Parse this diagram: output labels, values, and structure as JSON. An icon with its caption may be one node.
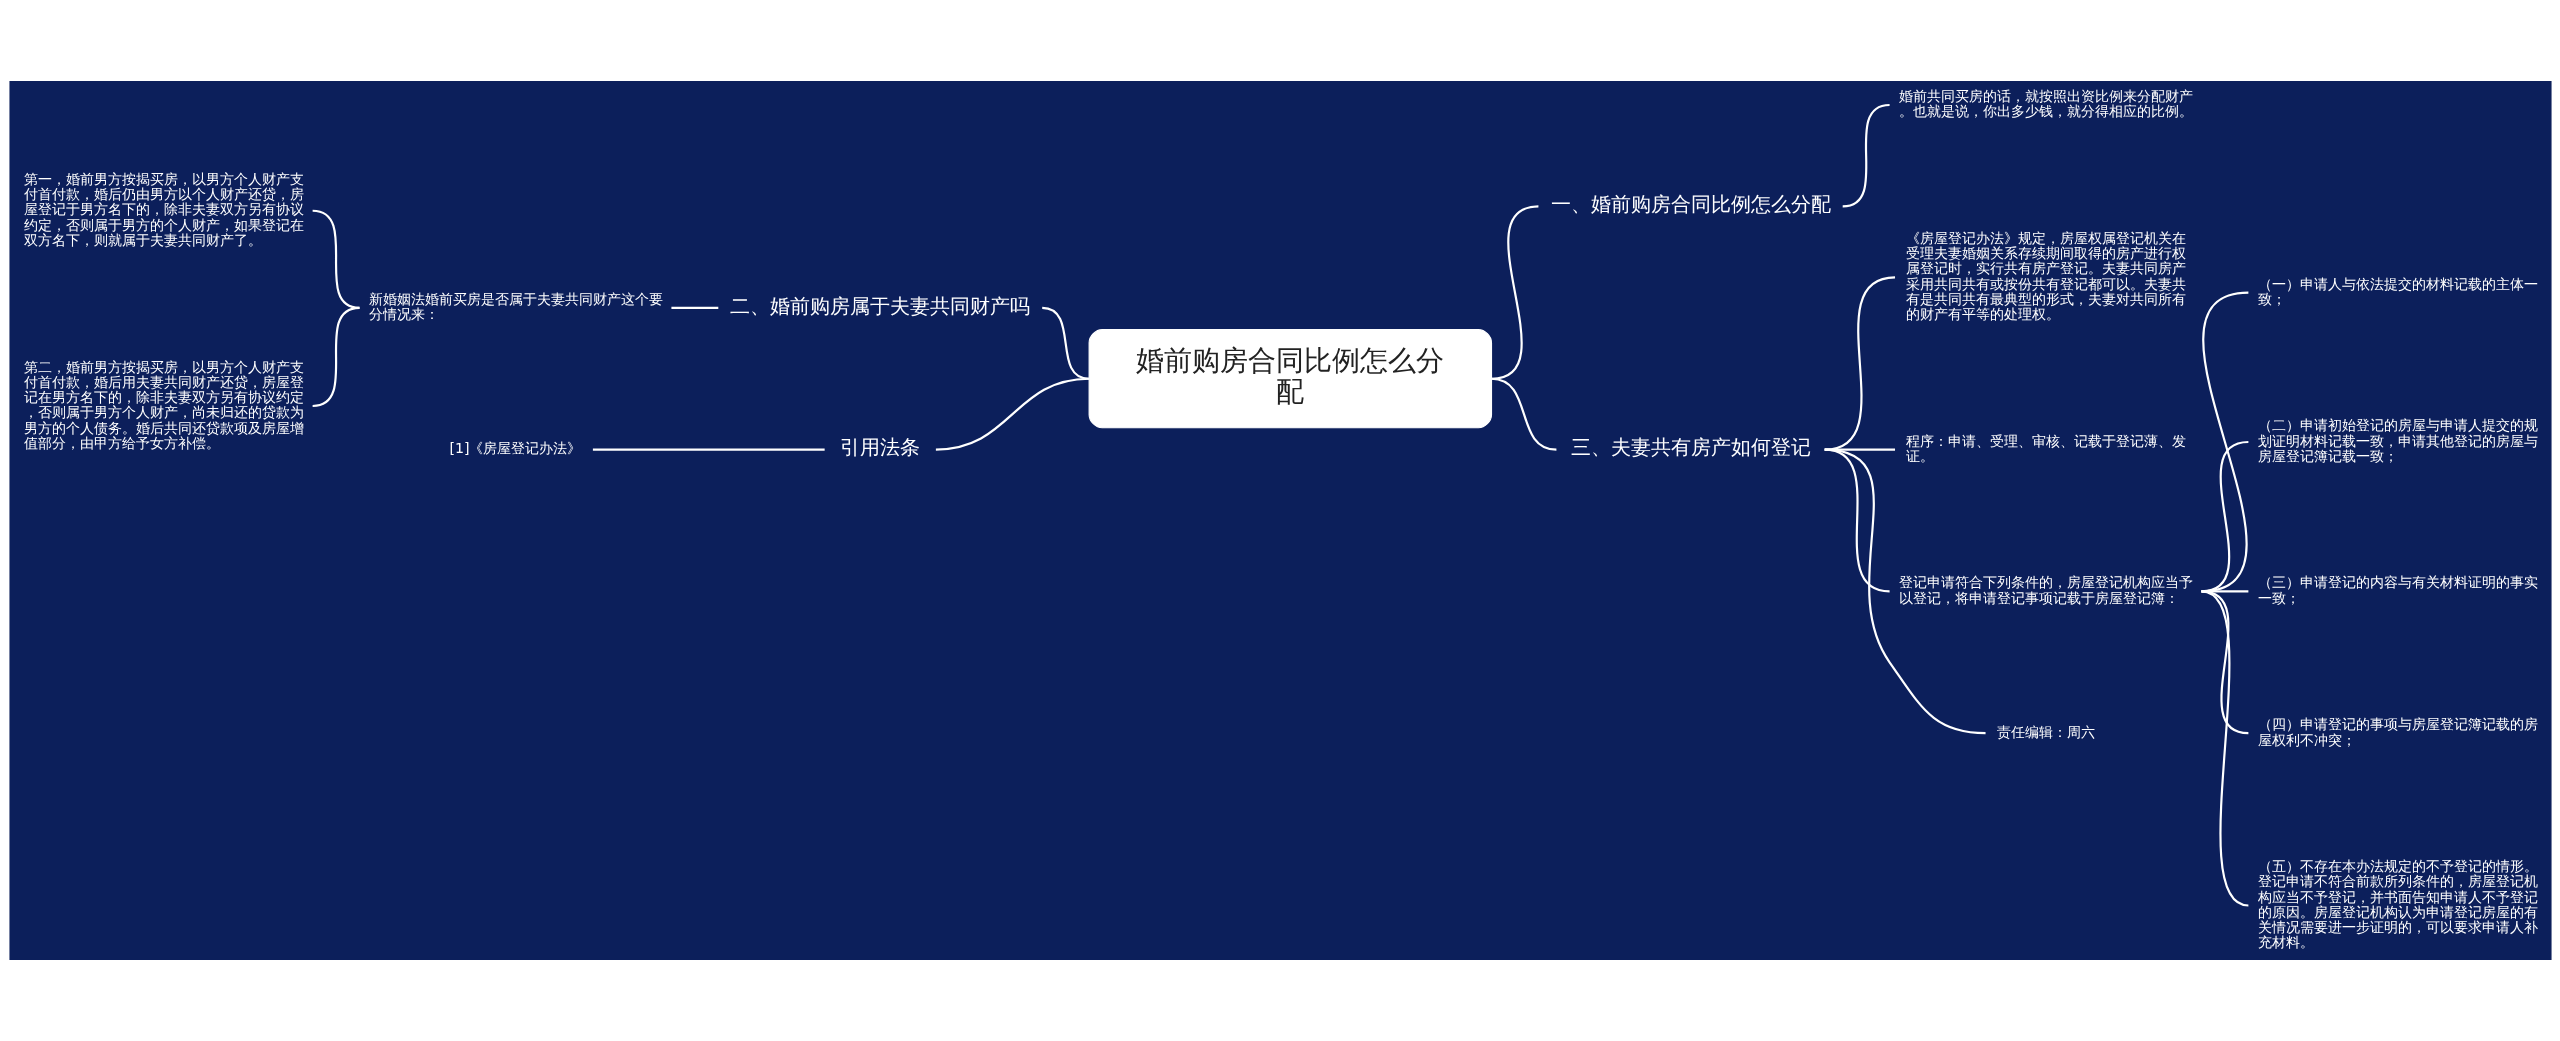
{
  "diagram": {
    "nodes": [
      {
        "text": [
          "婚前购房合同比例怎么分配"
        ]
      },
      {
        "text": [
          "一、婚前购房合同比例怎么分配"
        ]
      },
      {
        "text": [
          "婚前共同买房的话，就按照出资比例来分配财产。也就是说，你出多少钱，就分得相应的比例。"
        ]
      },
      {
        "text": [
          "二、婚前购房属于夫妻共同财产吗"
        ]
      },
      {
        "text": [
          "新婚姻法婚前买房是否属于夫妻共同财产这个要分情况来："
        ]
      },
      {
        "text": [
          "第一，婚前男方按揭买房，以男方个人财产支付首付款，婚后仍由男方以个人财产还贷，房屋登记于男方名下的，除非夫妻双方另有协议约定，否则属于男方的个人财产，如果登记在双方名下，则就属于夫妻共同财产了。"
        ]
      },
      {
        "text": [
          "第二，婚前男方按揭买房，以男方个人财产支付首付款，婚后用夫妻共同财产还贷，房屋登记在男方名下的，除非夫妻双方另有协议约定，否则属于男方个人财产，尚未归还的贷款为男方的个人债务。婚后共同还贷款项及房屋增值部分，由甲方给予女方补偿。"
        ]
      },
      {
        "text": [
          "引用法条"
        ]
      },
      {
        "text": [
          "[1]《房屋登记办法》"
        ]
      },
      {
        "text": [
          "三、夫妻共有房产如何登记"
        ]
      },
      {
        "text": [
          "《房屋登记办法》规定，房屋权属登记机关在受理夫妻婚姻关系存续期间取得的房产进行权属登记时，实行共有房产登记。夫妻共同房产采用共同共有或按份共有登记都可以。夫妻共有是共同共有最典型的形式，夫妻对共同所有的财产有平等的处理权。"
        ]
      },
      {
        "text": [
          "程序：申请、受理、审核、记载于登记薄、发证。"
        ]
      },
      {
        "text": [
          "登记申请符合下列条件的，房屋登记机构应当予以登记，将申请登记事项记载于房屋登记簿："
        ]
      },
      {
        "text": [
          "（一）申请人与依法提交的材料记载的主体一致；"
        ]
      },
      {
        "text": [
          "（二）申请初始登记的房屋与申请人提交的规划证明材料记载一致，申请其他登记的房屋与房屋登记簿记载一致；"
        ]
      },
      {
        "text": [
          "（三）申请登记的内容与有关材料证明的事实一致；"
        ]
      },
      {
        "text": [
          "（四）申请登记的事项与房屋登记簿记载的房屋权利不冲突；"
        ]
      },
      {
        "text": [
          "（五）不存在本办法规定的不予登记的情形。登记申请不符合前款所列条件的，房屋登记机构应当不予登记，并书面告知申请人不予登记的原因。房屋登记机构认为申请登记房屋的有关情况需要进一步证明的，可以要求申请人补充材料。"
        ]
      },
      {
        "text": [
          "责任编辑：周六"
        ]
      }
    ],
    "edges": [
      {
        "from": 0,
        "to": 1,
        "arrow": "none"
      },
      {
        "from": 1,
        "to": 2,
        "arrow": "none"
      },
      {
        "from": 3,
        "to": 0,
        "arrow": "none"
      },
      {
        "from": 4,
        "to": 3,
        "arrow": "none"
      },
      {
        "from": 5,
        "to": 4,
        "arrow": "none"
      },
      {
        "from": 6,
        "to": 4,
        "arrow": "none"
      },
      {
        "from": 7,
        "to": 0,
        "arrow": "none"
      },
      {
        "from": 8,
        "to": 7,
        "arrow": "none"
      },
      {
        "from": 0,
        "to": 9,
        "arrow": "none"
      },
      {
        "from": 9,
        "to": 10,
        "arrow": "none"
      },
      {
        "from": 9,
        "to": 11,
        "arrow": "none"
      },
      {
        "from": 9,
        "to": 12,
        "arrow": "none"
      },
      {
        "from": 9,
        "to": 18,
        "arrow": "none"
      },
      {
        "from": 12,
        "to": 13,
        "arrow": "none"
      },
      {
        "from": 12,
        "to": 14,
        "arrow": "none"
      },
      {
        "from": 12,
        "to": 15,
        "arrow": "none"
      },
      {
        "from": 12,
        "to": 16,
        "arrow": "none"
      },
      {
        "from": 12,
        "to": 17,
        "arrow": "none"
      }
    ]
  }
}
